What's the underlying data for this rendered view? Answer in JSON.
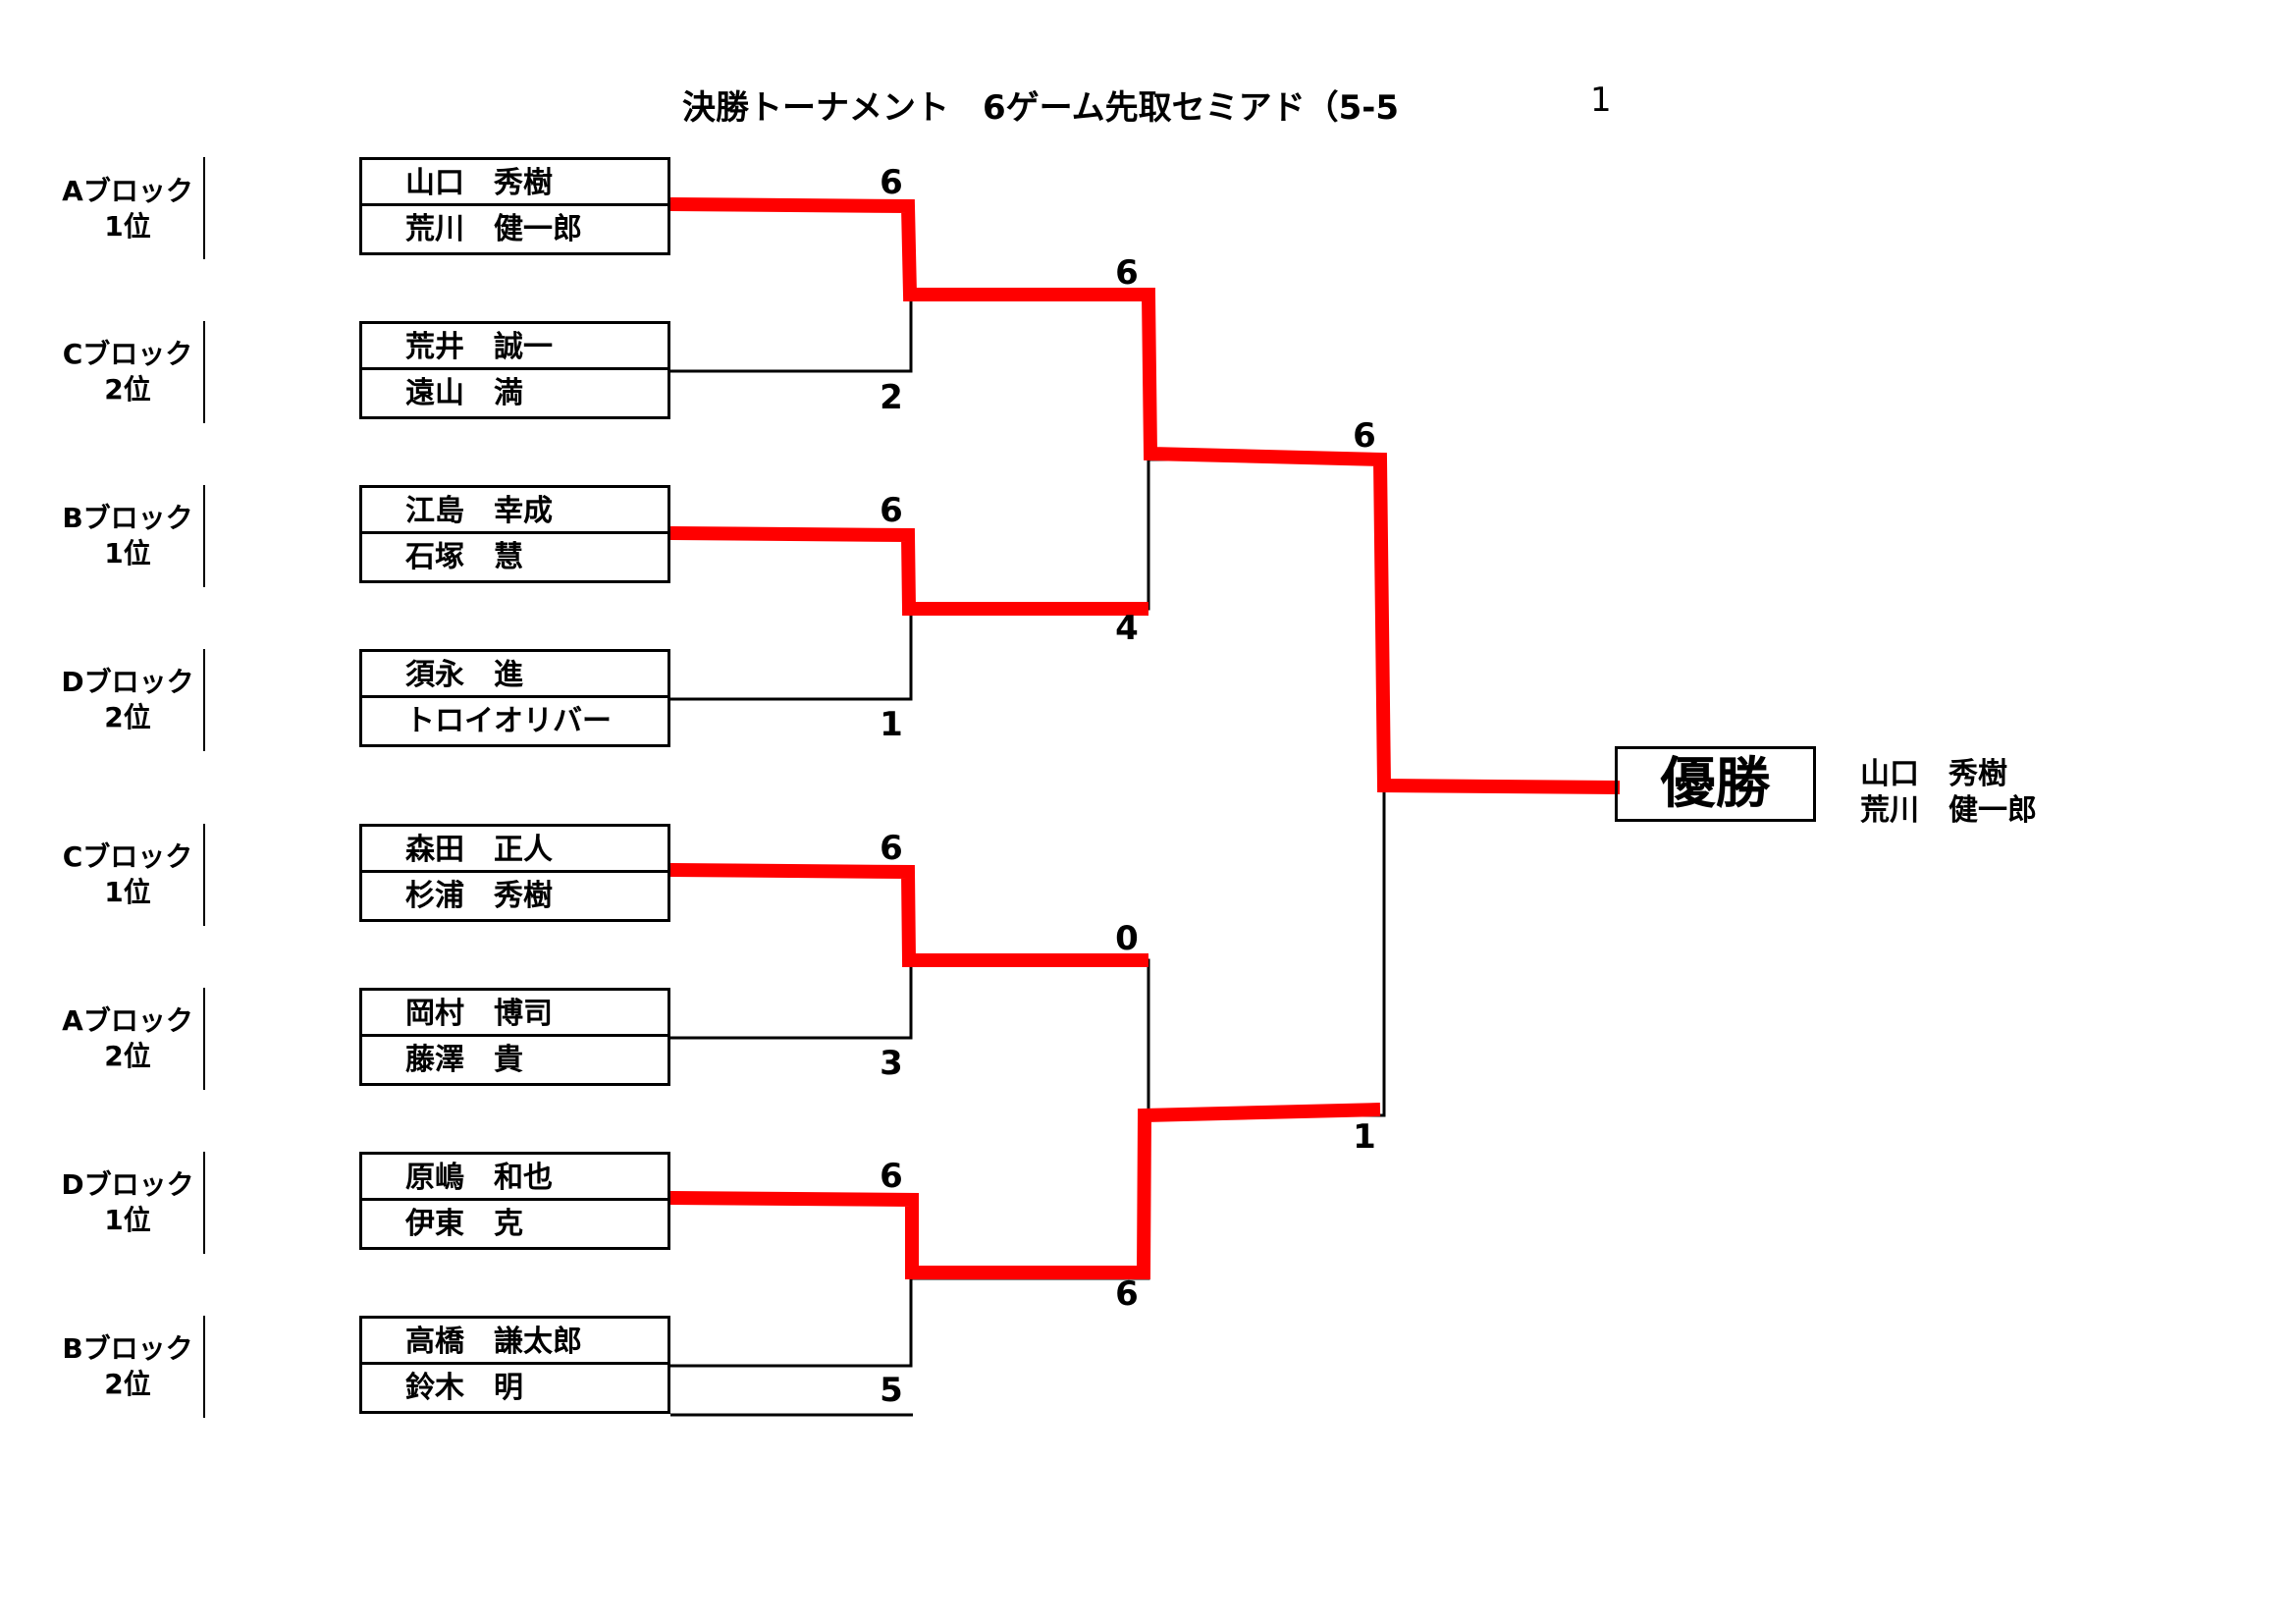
{
  "title": "決勝トーナメント　6ゲーム先取セミアド（5-5",
  "page_number": "1",
  "colors": {
    "winner_line": "#ff0000",
    "line": "#000000"
  },
  "pairs": [
    {
      "seed": [
        "Aブロック",
        "1位"
      ],
      "players": [
        "山口　秀樹",
        "荒川　健一郎"
      ]
    },
    {
      "seed": [
        "Cブロック",
        "2位"
      ],
      "players": [
        "荒井　誠一",
        "遠山　満"
      ]
    },
    {
      "seed": [
        "Bブロック",
        "1位"
      ],
      "players": [
        "江島　幸成",
        "石塚　慧"
      ]
    },
    {
      "seed": [
        "Dブロック",
        "2位"
      ],
      "players": [
        "須永　進",
        "トロイオリバー"
      ]
    },
    {
      "seed": [
        "Cブロック",
        "1位"
      ],
      "players": [
        "森田　正人",
        "杉浦　秀樹"
      ]
    },
    {
      "seed": [
        "Aブロック",
        "2位"
      ],
      "players": [
        "岡村　博司",
        "藤澤　貴"
      ]
    },
    {
      "seed": [
        "Dブロック",
        "1位"
      ],
      "players": [
        "原嶋　和也",
        "伊東　克"
      ]
    },
    {
      "seed": [
        "Bブロック",
        "2位"
      ],
      "players": [
        "高橋　謙太郎",
        "鈴木　明"
      ]
    }
  ],
  "scores": {
    "round1": [
      "6",
      "2",
      "6",
      "1",
      "6",
      "3",
      "6",
      "5"
    ],
    "round2": [
      "6",
      "4",
      "0",
      "6"
    ],
    "semifinal": [
      "6",
      "1"
    ]
  },
  "champion": {
    "label": "優勝",
    "names": [
      "山口　秀樹",
      "荒川　健一郎"
    ]
  }
}
